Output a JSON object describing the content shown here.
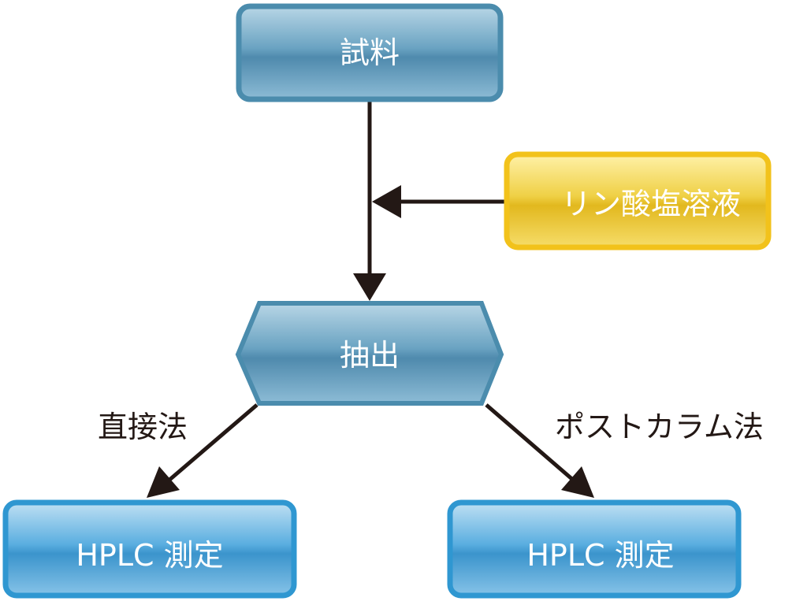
{
  "nodes": {
    "sample": {
      "label": "試料"
    },
    "phosphate": {
      "label": "リン酸塩溶液"
    },
    "extraction": {
      "label": "抽出"
    },
    "hplc_left": {
      "label": "HPLC 測定"
    },
    "hplc_right": {
      "label": "HPLC 測定"
    }
  },
  "edge_labels": {
    "direct": "直接法",
    "postcolumn": "ポストカラム法"
  },
  "colors": {
    "blue_border": "#4b8cad",
    "blue_border_bright": "#2f97d1",
    "yellow_border": "#f2c21b",
    "arrow": "#231815"
  }
}
